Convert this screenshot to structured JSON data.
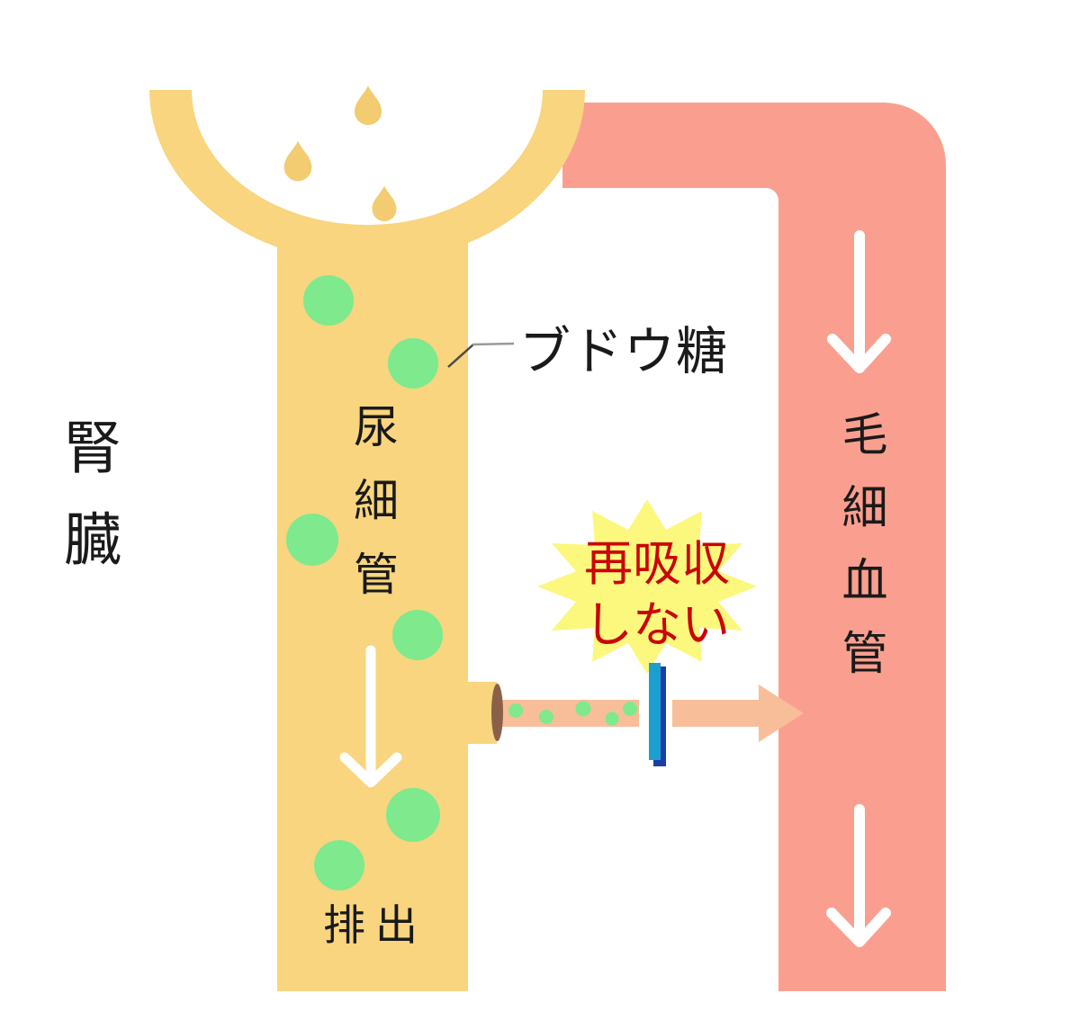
{
  "labels": {
    "kidney": "腎臓",
    "tubule": "尿細管",
    "capillary": "毛細血管",
    "glucose": "ブドウ糖",
    "excretion": "排出",
    "no_reabsorption_line1": "再吸収",
    "no_reabsorption_line2": "しない"
  },
  "colors": {
    "tube_yellow": "#F8D57E",
    "droplet_yellow": "#F3CB70",
    "vessel_pink": "#FA9F8F",
    "arrow_peach": "#F8BE99",
    "glucose_green": "#7EE98D",
    "burst_yellow": "#FBF87D",
    "burst_text_red": "#CB0404",
    "blocker_blue": "#1B9FD0",
    "blocker_blue_dark": "#1B3EA5",
    "opening_brown": "#8A6148",
    "arrow_white": "#FFFFFF",
    "label_black": "#1A1A1A",
    "pointer_dark": "#4A4A4A",
    "pointer_gray": "#9A9A9A"
  }
}
